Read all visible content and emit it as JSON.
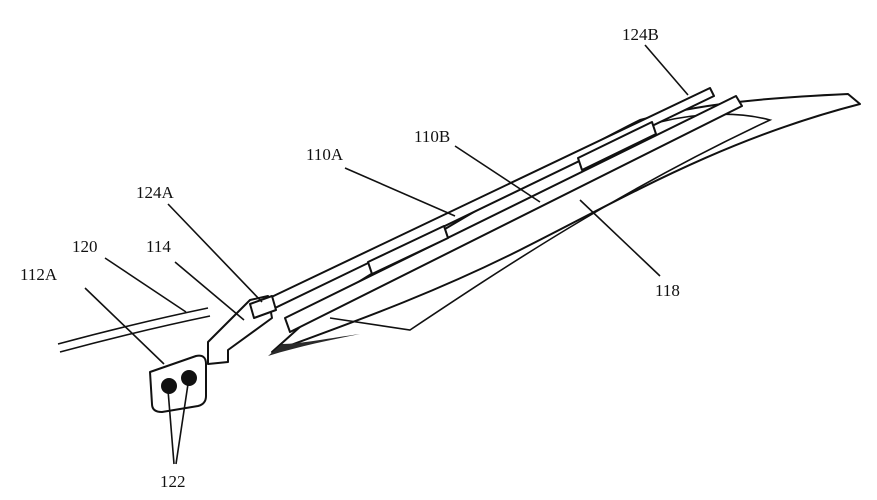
{
  "figure": {
    "labels": {
      "l124B": "124B",
      "l110A": "110A",
      "l110B": "110B",
      "l124A": "124A",
      "l120": "120",
      "l114": "114",
      "l112A": "112A",
      "l118": "118",
      "l122": "122"
    },
    "colors": {
      "ink": "#111111",
      "background": "#ffffff",
      "shade": "#2a2a2a"
    }
  }
}
